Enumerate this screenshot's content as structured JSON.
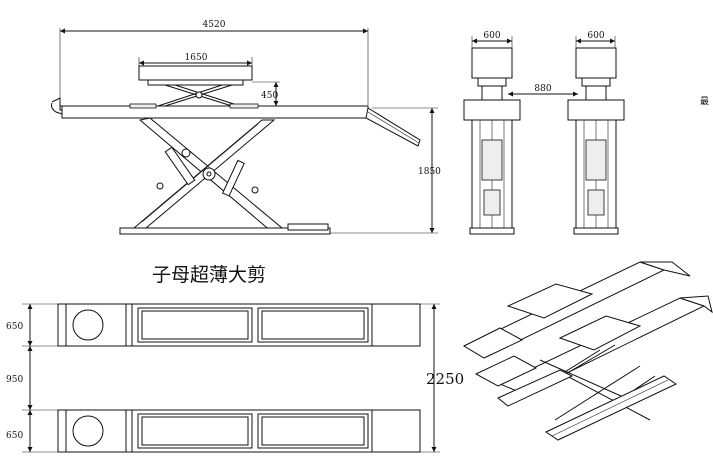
{
  "title": "子母超薄大剪",
  "side_view": {
    "overall_length": "4520",
    "platform_length": "1650",
    "platform_height": "450",
    "max_height": "1850"
  },
  "front_view": {
    "platform_width_left": "600",
    "platform_width_right": "600",
    "center_spacing": "880"
  },
  "top_view": {
    "track_width_top": "650",
    "gap_width": "950",
    "track_width_bottom": "650",
    "overall_width": "2250"
  },
  "edge_glyph": "最"
}
